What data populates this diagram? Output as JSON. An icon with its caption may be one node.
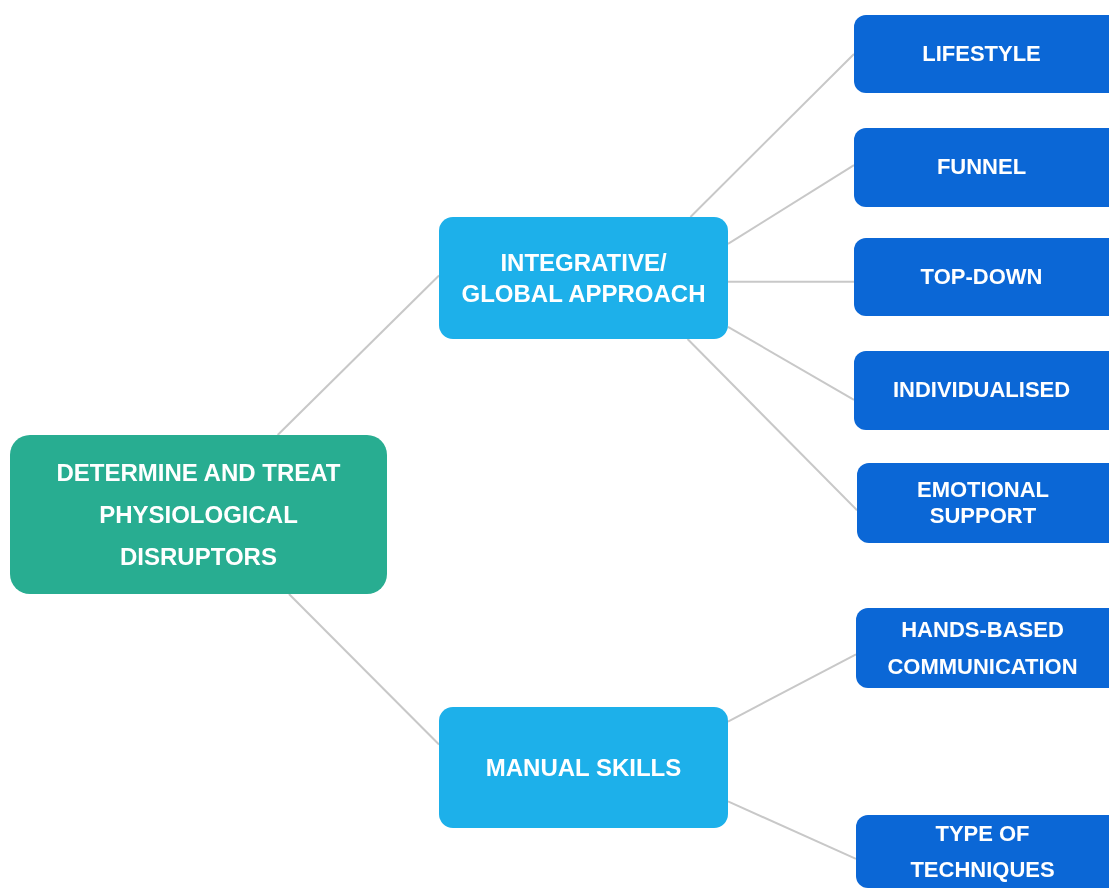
{
  "diagram": {
    "nodes": [
      {
        "text": [
          "DETERMINE AND TREAT PHYSIOLOGICAL DISRUPTORS"
        ]
      },
      {
        "text": [
          "INTEGRATIVE/ GLOBAL APPROACH"
        ]
      },
      {
        "text": [
          "LIFESTYLE"
        ]
      },
      {
        "text": [
          "FUNNEL"
        ]
      },
      {
        "text": [
          "TOP-DOWN"
        ]
      },
      {
        "text": [
          "INDIVIDUALISED"
        ]
      },
      {
        "text": [
          "EMOTIONAL SUPPORT"
        ]
      },
      {
        "text": [
          "MANUAL SKILLS"
        ]
      },
      {
        "text": [
          "HANDS-BASED COMMUNICATION"
        ]
      },
      {
        "text": [
          "TYPE OF TECHNIQUES"
        ]
      }
    ],
    "edges": [
      {
        "from": 0,
        "to": 1,
        "arrow": "none"
      },
      {
        "from": 0,
        "to": 7,
        "arrow": "none"
      },
      {
        "from": 1,
        "to": 2,
        "arrow": "none"
      },
      {
        "from": 1,
        "to": 3,
        "arrow": "none"
      },
      {
        "from": 1,
        "to": 4,
        "arrow": "none"
      },
      {
        "from": 1,
        "to": 5,
        "arrow": "none"
      },
      {
        "from": 1,
        "to": 6,
        "arrow": "none"
      },
      {
        "from": 7,
        "to": 8,
        "arrow": "none"
      },
      {
        "from": 7,
        "to": 9,
        "arrow": "none"
      }
    ]
  }
}
